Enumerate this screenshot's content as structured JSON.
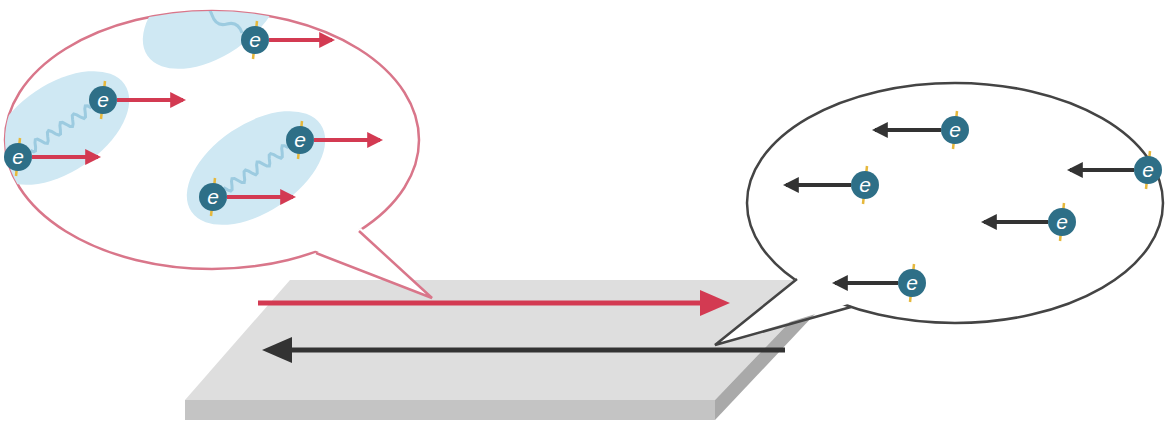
{
  "diagram": {
    "nodes": [
      {
        "text": [
          "e"
        ]
      },
      {
        "text": [
          "e"
        ]
      },
      {
        "text": [
          "e"
        ]
      },
      {
        "text": [
          "e"
        ]
      },
      {
        "text": [
          "e"
        ]
      },
      {
        "text": [
          "e"
        ]
      },
      {
        "text": [
          "e"
        ]
      },
      {
        "text": [
          "e"
        ]
      },
      {
        "text": [
          "e"
        ]
      },
      {
        "text": [
          "e"
        ]
      }
    ],
    "edges": [
      {
        "from": 1,
        "to": 3,
        "arrow": "none"
      },
      {
        "from": 2,
        "to": 4,
        "arrow": "none"
      }
    ]
  }
}
